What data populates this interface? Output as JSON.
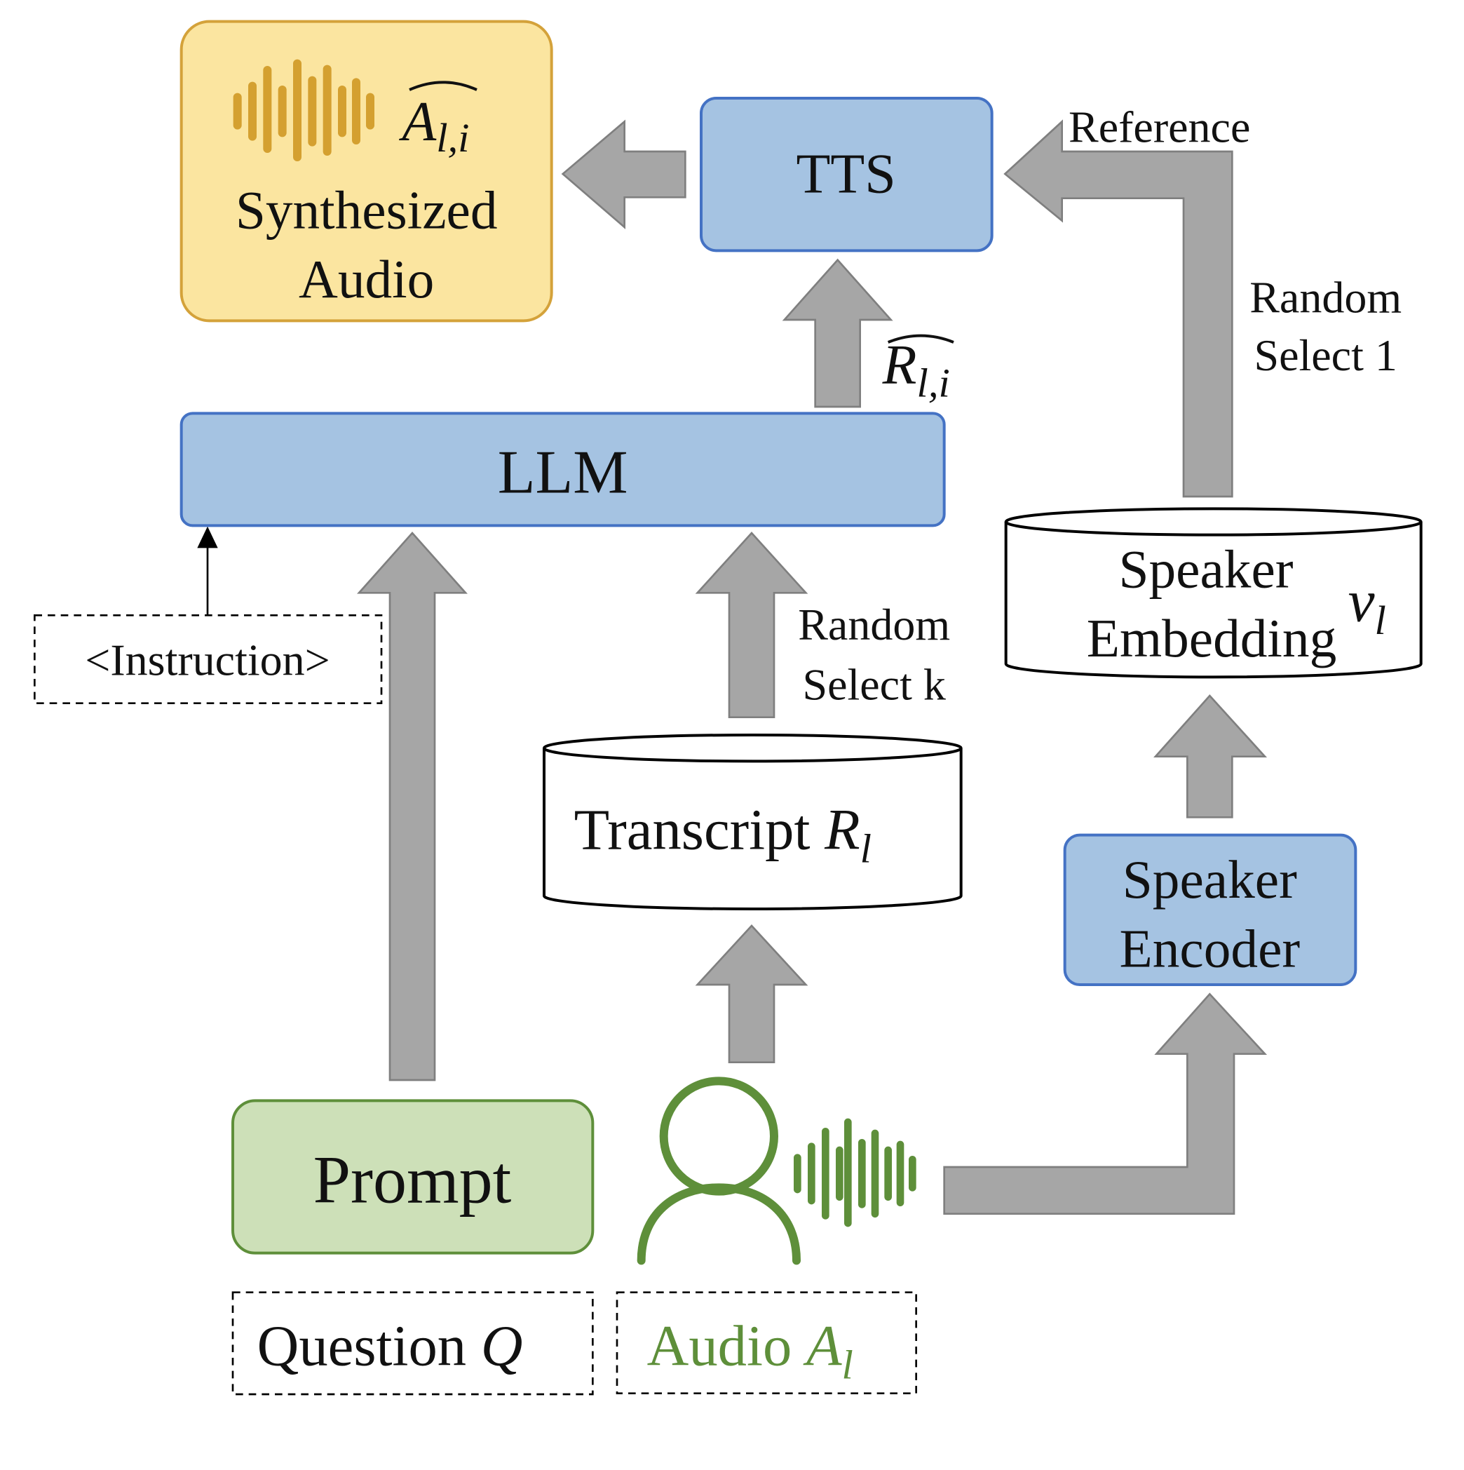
{
  "colors": {
    "blue_fill": "#a5c3e2",
    "blue_stroke": "#4472c4",
    "yellow_fill": "#fbe5a0",
    "yellow_stroke": "#d4a23a",
    "green_fill": "#cde0b8",
    "green_stroke": "#5e8f3a",
    "gray_arrow": "#a6a6a6",
    "gray_arrow_stroke": "#7f7f7f",
    "waveform_gold": "#d4a030",
    "waveform_green": "#5e8f3a"
  },
  "nodes": {
    "synth": {
      "line1": "Synthesized",
      "line2": "Audio",
      "symbol": "A",
      "hat_subscript": "l,i"
    },
    "tts": {
      "label": "TTS"
    },
    "llm": {
      "label": "LLM"
    },
    "instruction": {
      "label": "<Instruction>"
    },
    "speaker_embedding": {
      "line1": "Speaker",
      "line2": "Embedding",
      "symbol": "v",
      "subscript": "l"
    },
    "transcript": {
      "label": "Transcript",
      "symbol": "R",
      "subscript": "l"
    },
    "speaker_encoder": {
      "line1": "Speaker",
      "line2": "Encoder"
    },
    "prompt": {
      "label": "Prompt"
    },
    "question": {
      "label": "Question",
      "symbol": "Q"
    },
    "audio": {
      "label": "Audio",
      "symbol": "A",
      "subscript": "l"
    }
  },
  "edge_labels": {
    "reference": "Reference",
    "random_select_1_line1": "Random",
    "random_select_1_line2": "Select 1",
    "random_select_k_line1": "Random",
    "random_select_k_line2": "Select k",
    "r_hat": {
      "symbol": "R",
      "subscript": "l,i"
    }
  },
  "icons": {
    "person": "person-icon",
    "waveform": "waveform-icon"
  }
}
